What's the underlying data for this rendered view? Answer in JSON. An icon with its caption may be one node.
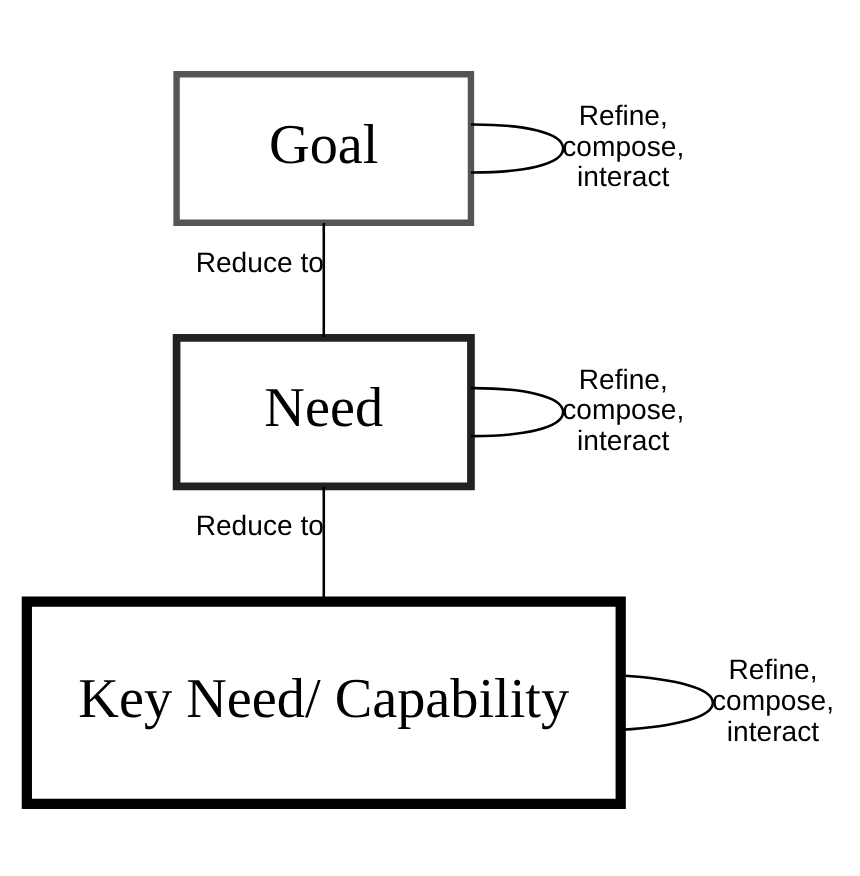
{
  "diagram": {
    "nodes": [
      {
        "text": [
          "Goal"
        ]
      },
      {
        "text": [
          "Need"
        ]
      },
      {
        "text": [
          "Key Need/ Capability"
        ]
      }
    ],
    "edges": [
      {
        "from": 0,
        "to": 0,
        "arrow": "none",
        "label": "Refine, compose, interact"
      },
      {
        "from": 0,
        "to": 1,
        "arrow": "none",
        "label": "Reduce to"
      },
      {
        "from": 1,
        "to": 1,
        "arrow": "none",
        "label": "Refine, compose, interact"
      },
      {
        "from": 1,
        "to": 2,
        "arrow": "none",
        "label": "Reduce to"
      },
      {
        "from": 2,
        "to": 2,
        "arrow": "none",
        "label": "Refine, compose, interact"
      }
    ]
  }
}
